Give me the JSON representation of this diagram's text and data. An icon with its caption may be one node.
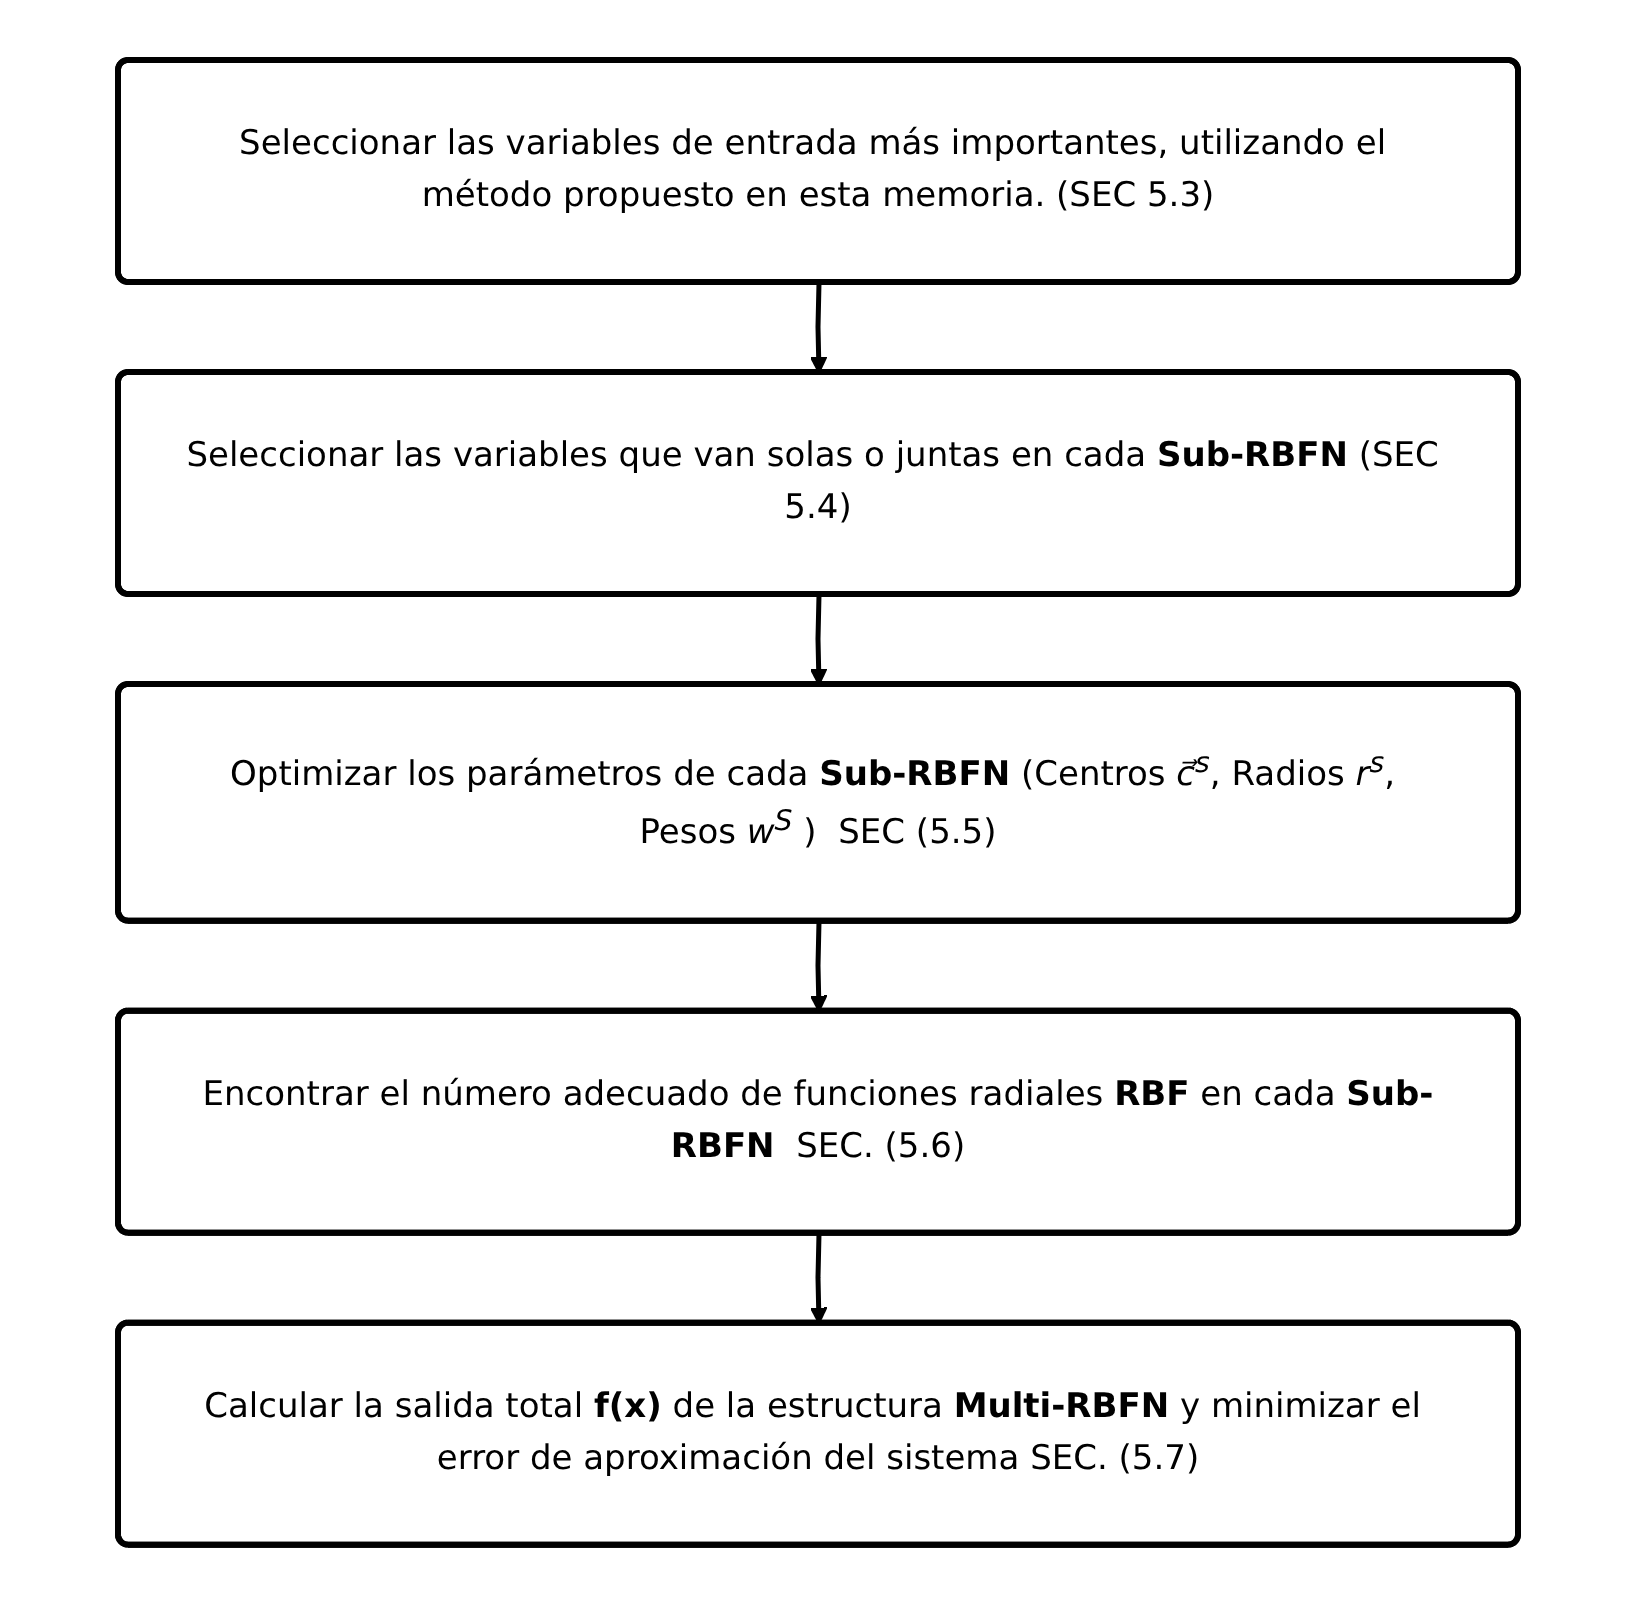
{
  "diagram": {
    "nodes": [
      {
        "text": [
          "Seleccionar las variables de entrada más importantes, utilizando el método propuesto en esta memoria. (SEC 5.3)"
        ]
      },
      {
        "text": [
          "Seleccionar las variables que van solas o juntas en cada **Sub-RBFN** (SEC 5.4)"
        ]
      },
      {
        "text": [
          "Optimizar los parámetros de cada **Sub-RBFN** (Centros *c⃗*$^{s}$, Radios *r*$^{s}$, Pesos *w*$^{S}$ )  SEC (5.5)"
        ]
      },
      {
        "text": [
          "Encontrar el número adecuado de funciones radiales **RBF** en cada **Sub-RBFN**  SEC. (5.6)"
        ]
      },
      {
        "text": [
          "Calcular la salida total **f(x)** de la estructura **Multi-RBFN** y minimizar el error de aproximación del sistema SEC. (5.7)"
        ]
      }
    ],
    "edges": [
      {
        "from": 0,
        "to": 1,
        "arrow": "to"
      },
      {
        "from": 1,
        "to": 2,
        "arrow": "to"
      },
      {
        "from": 2,
        "to": 3,
        "arrow": "to"
      },
      {
        "from": 3,
        "to": 4,
        "arrow": "to"
      }
    ]
  }
}
